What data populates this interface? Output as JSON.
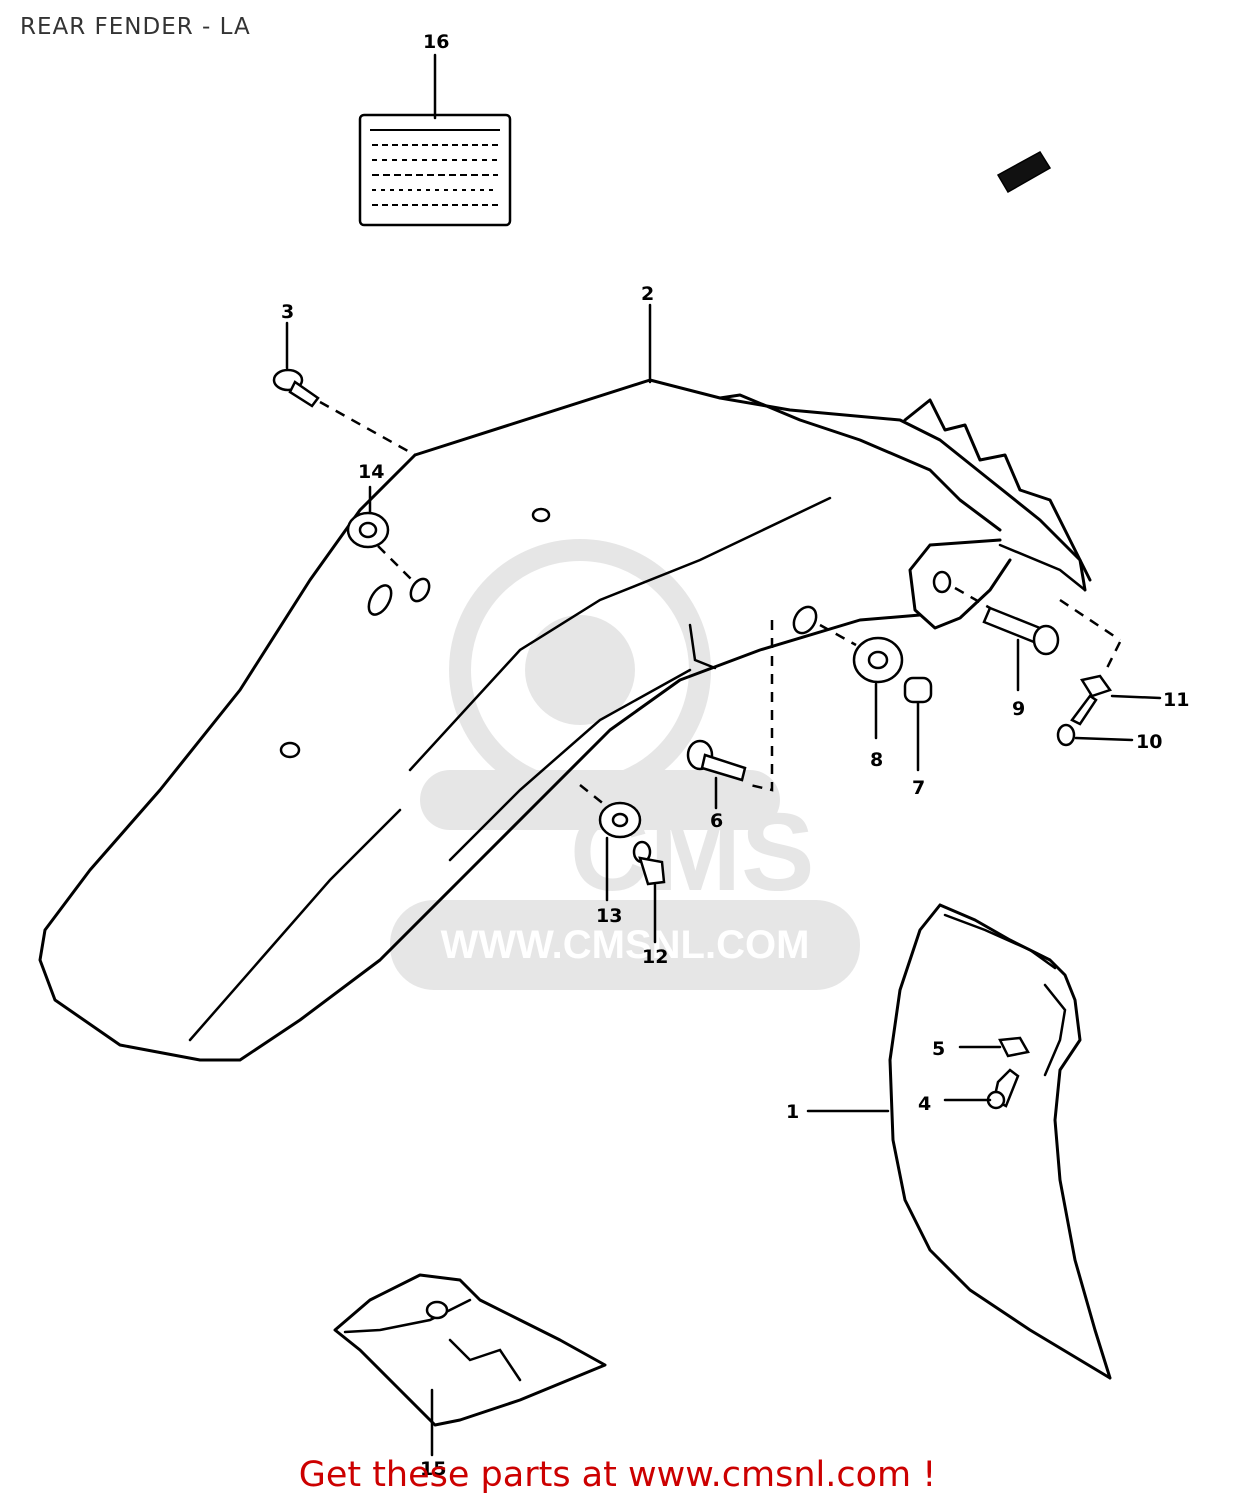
{
  "title": "REAR FENDER - LA",
  "footer": "Get these parts at www.cmsnl.com !",
  "watermark": {
    "logo": "CMS",
    "url": "WWW.CMSNL.COM"
  },
  "callouts": [
    {
      "label": "16"
    },
    {
      "label": "2"
    },
    {
      "label": "3"
    },
    {
      "label": "14"
    },
    {
      "label": "8"
    },
    {
      "label": "7"
    },
    {
      "label": "9"
    },
    {
      "label": "11"
    },
    {
      "label": "10"
    },
    {
      "label": "6"
    },
    {
      "label": "13"
    },
    {
      "label": "12"
    },
    {
      "label": "5"
    },
    {
      "label": "4"
    },
    {
      "label": "1"
    },
    {
      "label": "15"
    }
  ],
  "colors": {
    "footer_text": "#cc0000",
    "watermark": "#9a9a9a",
    "line_art": "#000000"
  }
}
